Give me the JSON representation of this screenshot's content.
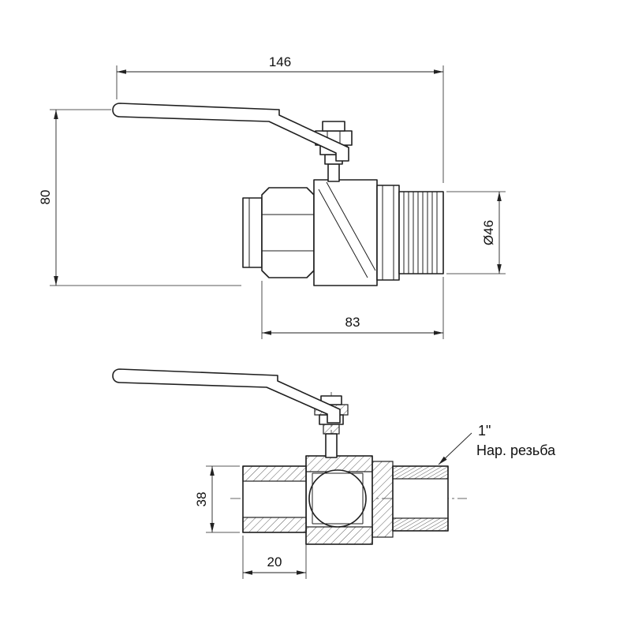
{
  "page": {
    "background": "#ffffff",
    "line_color": "#1f1f1f",
    "dimension_line_color": "#222222",
    "text_color": "#111111"
  },
  "drawing": {
    "subject": "brass ball valve with lever handle, male/female ends",
    "views": [
      "side elevation",
      "longitudinal section"
    ]
  },
  "dimensions": {
    "top_view": {
      "overall_length": "146",
      "overall_height": "80",
      "body_length": "83",
      "outer_diameter": "Ø46"
    },
    "section_view": {
      "port_diameter": "38",
      "port_length": "20"
    }
  },
  "annotations": {
    "thread_size": "1\"",
    "thread_label": "Нар. резьба"
  }
}
